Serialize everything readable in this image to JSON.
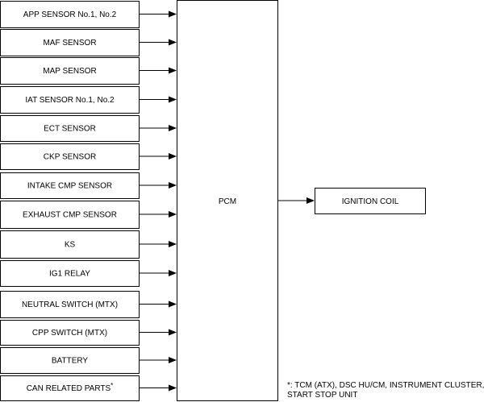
{
  "inputs": [
    {
      "label": "APP SENSOR No.1, No.2",
      "marker": ""
    },
    {
      "label": "MAF SENSOR",
      "marker": ""
    },
    {
      "label": "MAP SENSOR",
      "marker": ""
    },
    {
      "label": "IAT SENSOR No.1, No.2",
      "marker": ""
    },
    {
      "label": "ECT SENSOR",
      "marker": ""
    },
    {
      "label": "CKP SENSOR",
      "marker": ""
    },
    {
      "label": "INTAKE CMP SENSOR",
      "marker": ""
    },
    {
      "label": "EXHAUST CMP SENSOR",
      "marker": ""
    },
    {
      "label": "KS",
      "marker": ""
    },
    {
      "label": "IG1 RELAY",
      "marker": ""
    },
    {
      "label": "NEUTRAL SWITCH (MTX)",
      "marker": ""
    },
    {
      "label": "CPP  SWITCH (MTX)",
      "marker": ""
    },
    {
      "label": "BATTERY",
      "marker": ""
    },
    {
      "label": "CAN RELATED PARTS",
      "marker": "*"
    }
  ],
  "controller": {
    "label": "PCM"
  },
  "output": {
    "label": "IGNITION COIL"
  },
  "footnote": {
    "line1": "*: TCM (ATX), DSC HU/CM, INSTRUMENT CLUSTER,",
    "line2": "START STOP UNIT"
  }
}
